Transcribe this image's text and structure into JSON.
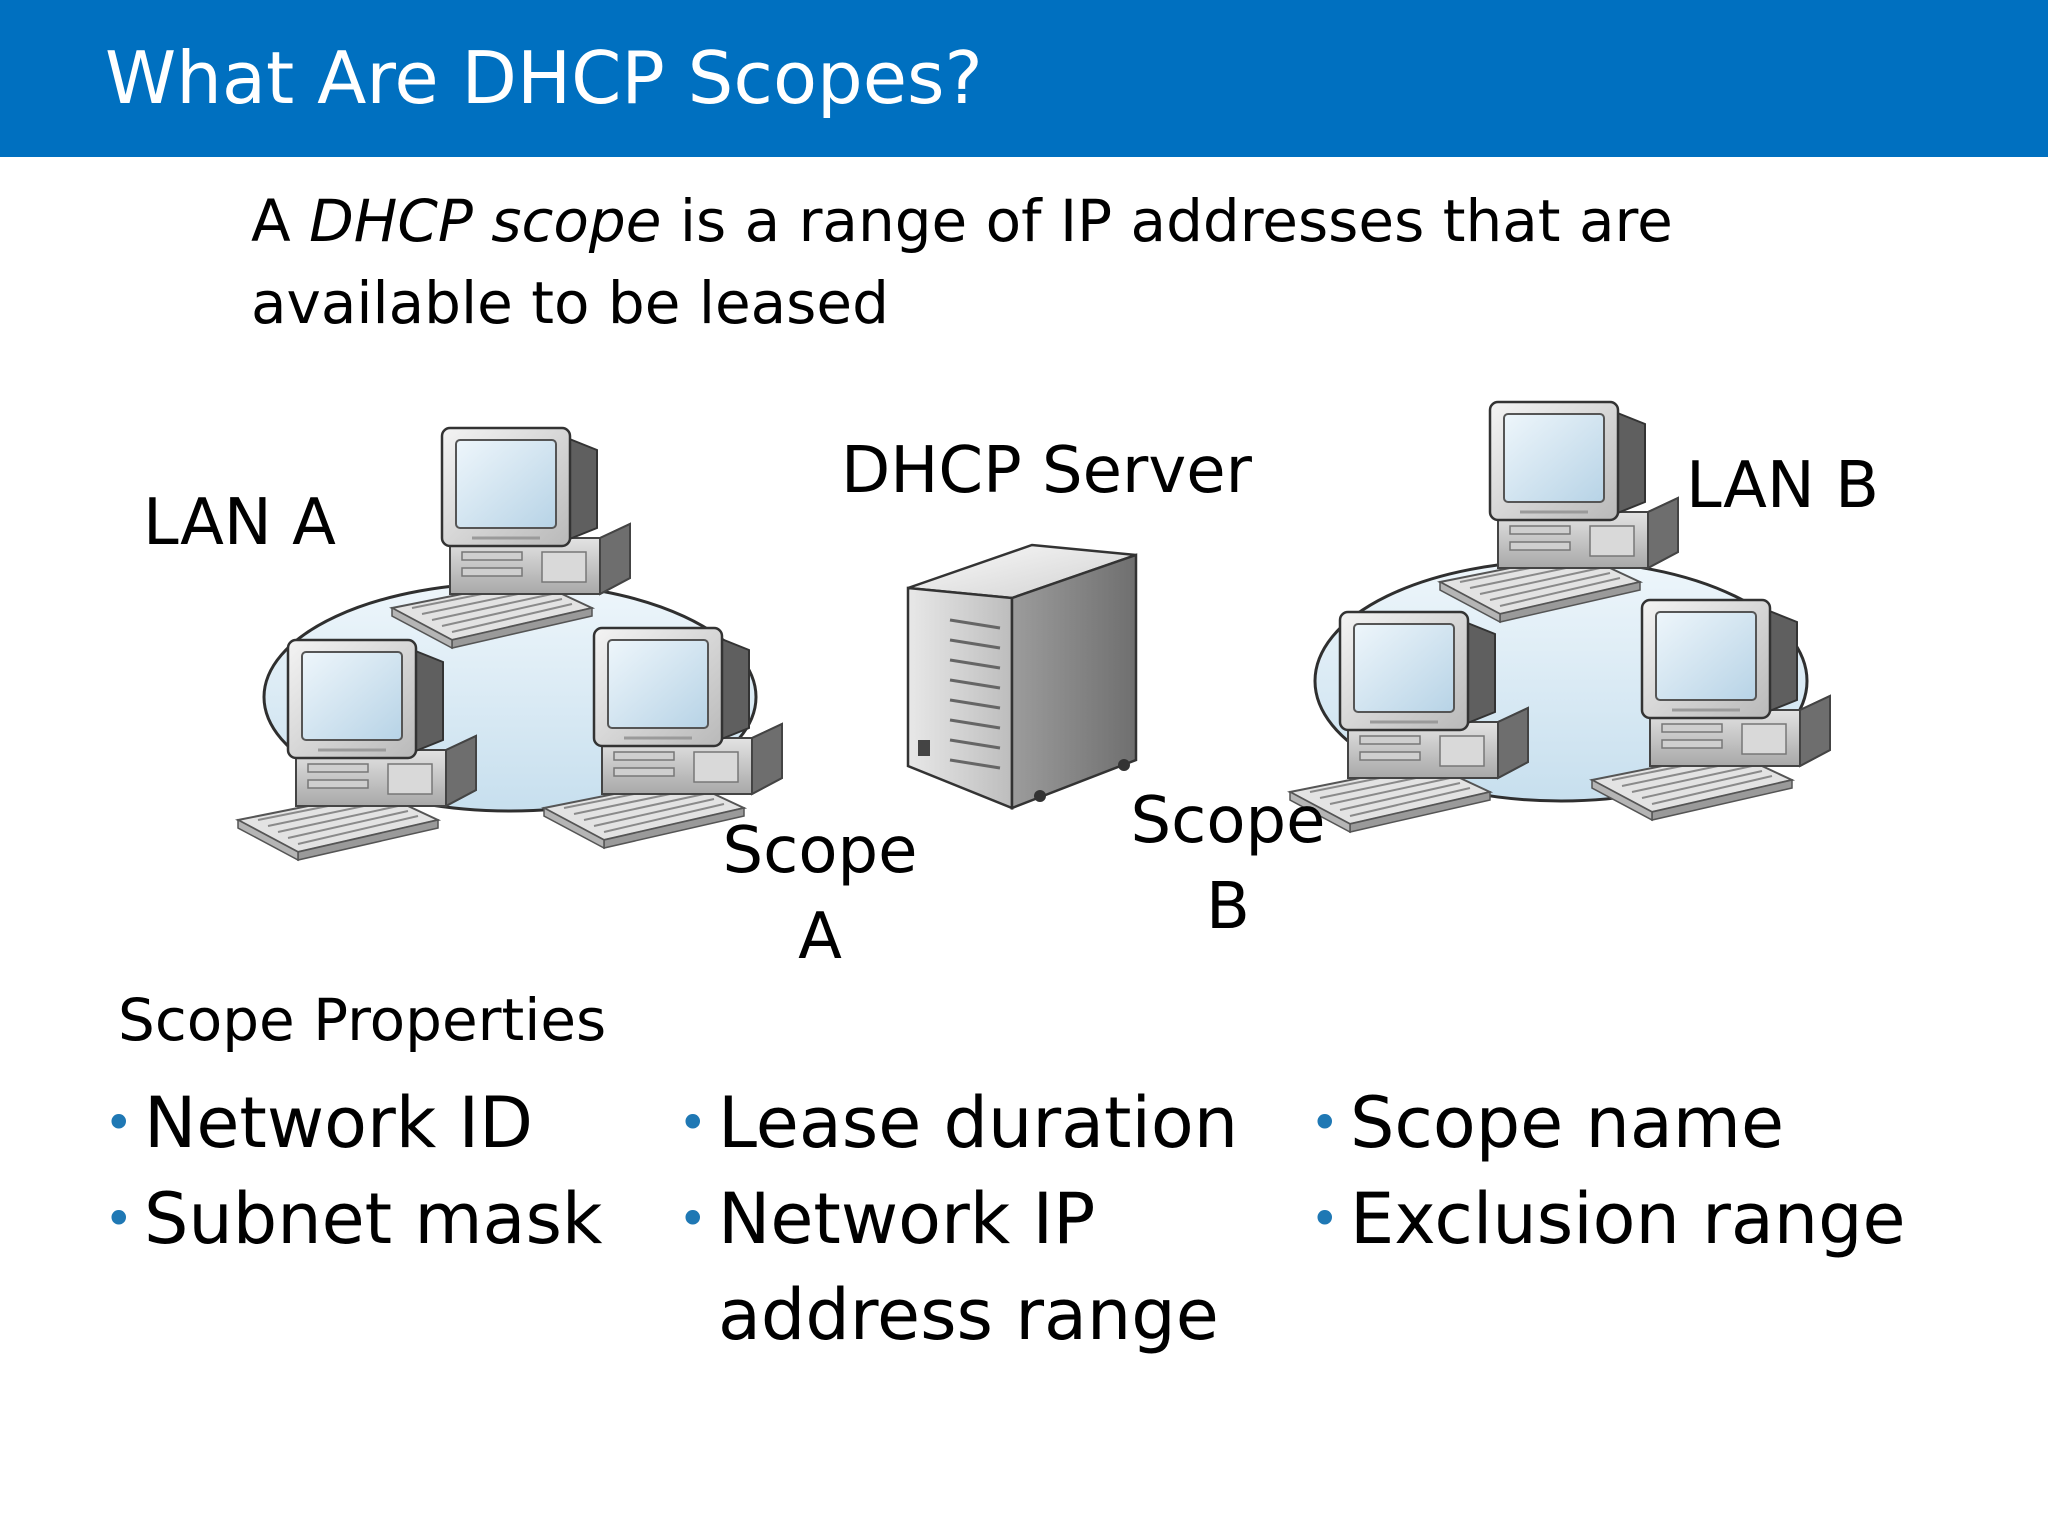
{
  "slide": {
    "title": "What Are DHCP Scopes?",
    "definition": {
      "prefix": "A ",
      "term": "DHCP scope",
      "suffix": " is a range of IP addresses that are available to be leased"
    }
  },
  "diagram": {
    "lan_a_label": "LAN A",
    "lan_b_label": "LAN B",
    "server_label": "DHCP Server",
    "scope_a_label_line1": "Scope",
    "scope_a_label_line2": "A",
    "scope_b_label_line1": "Scope",
    "scope_b_label_line2": "B",
    "icons": {
      "computer": "computer-icon",
      "server": "server-icon"
    },
    "colors": {
      "lan_fill": "#d6e8f2",
      "lan_stroke": "#333333",
      "title_bar": "#0070c0",
      "bullet": "#1f78b4"
    }
  },
  "properties": {
    "heading": "Scope Properties",
    "columns": [
      [
        "Network ID",
        "Subnet mask"
      ],
      [
        "Lease duration",
        "Network IP\naddress range"
      ],
      [
        "Scope name",
        "Exclusion range"
      ]
    ]
  }
}
